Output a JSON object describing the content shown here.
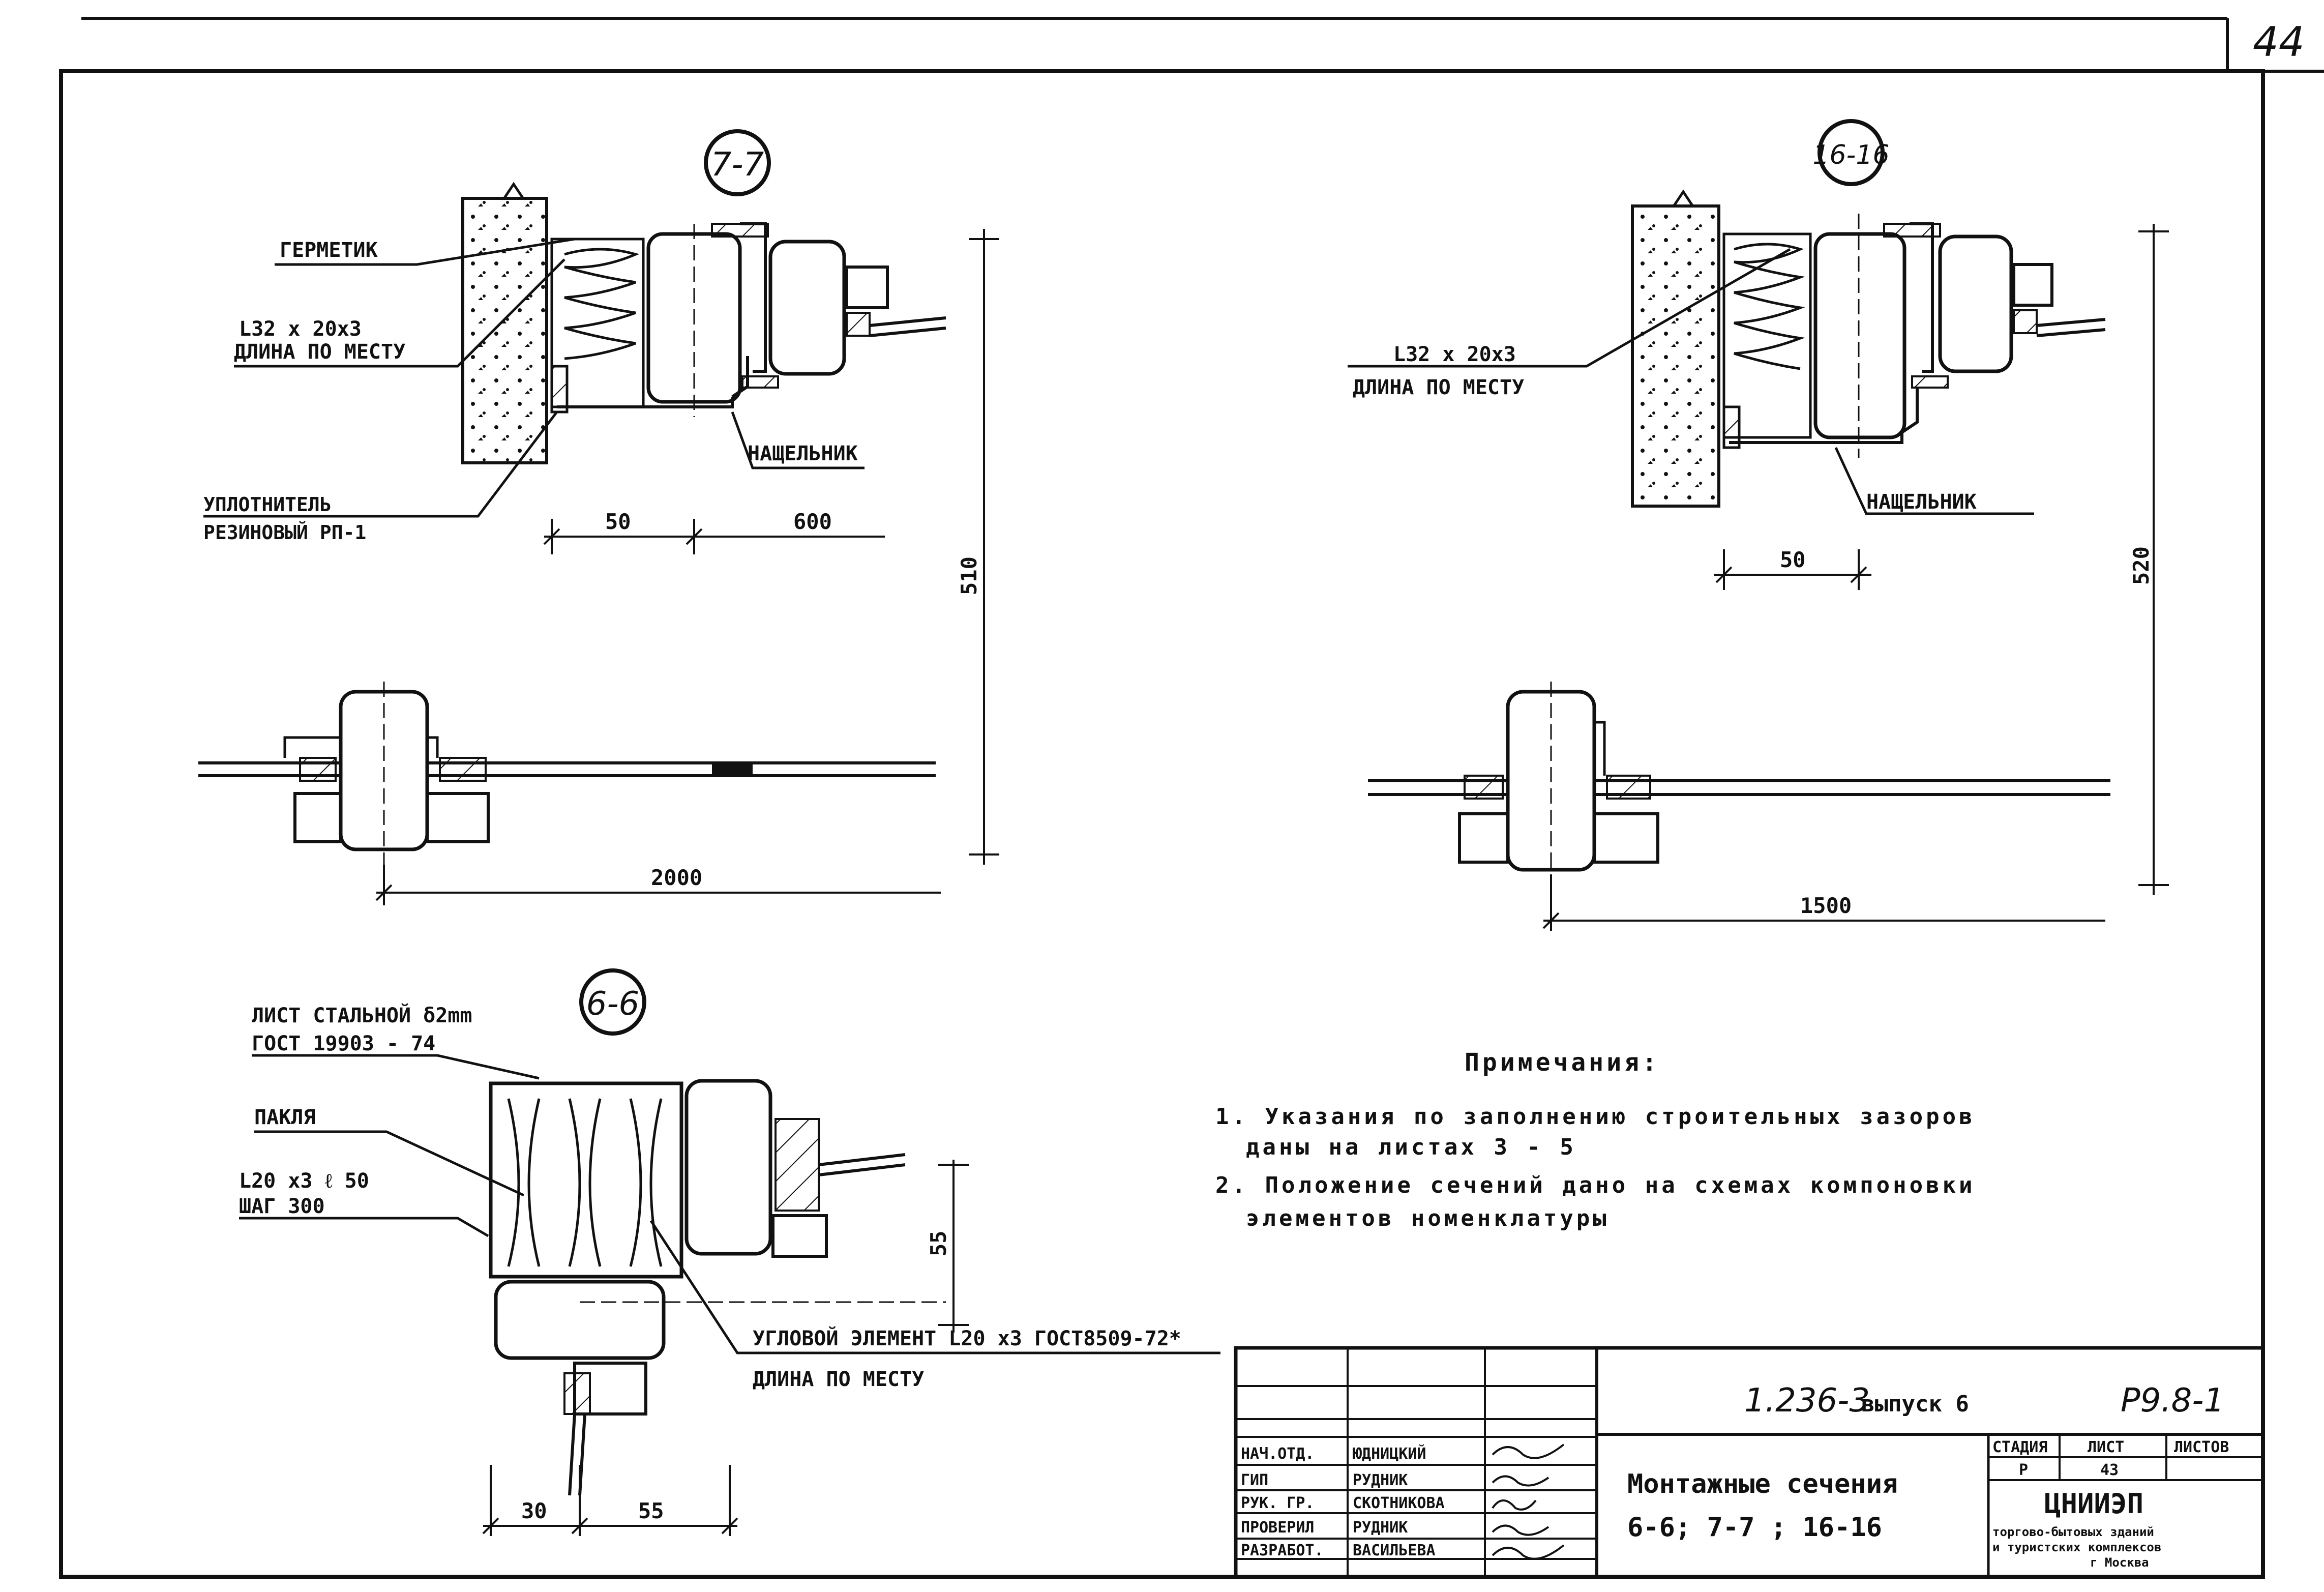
{
  "sheet": {
    "page_number": "44"
  },
  "sections": {
    "s77": {
      "marker": "7-7",
      "labels": {
        "germetik": "ГЕРМЕТИК",
        "angle": "L32 x 20x3",
        "length": "ДЛИНА ПО МЕСТУ",
        "seal1": "УПЛОТНИТЕЛЬ",
        "seal2": "РЕЗИНОВЫЙ РП-1",
        "nashchelnik": "НАЩЕЛЬНИК"
      },
      "dims": {
        "d50": "50",
        "d600": "600",
        "d510": "510",
        "d2000": "2000"
      }
    },
    "s1616": {
      "marker": "16-16",
      "labels": {
        "angle": "L32 x 20x3",
        "length": "ДЛИНА ПО МЕСТУ",
        "nashchelnik": "НАЩЕЛЬНИК"
      },
      "dims": {
        "d50": "50",
        "d520": "520",
        "d1500": "1500"
      }
    },
    "s66": {
      "marker": "6-6",
      "labels": {
        "sheet": "ЛИСТ СТАЛЬНОЙ δ2mm",
        "gost": "ГОСТ 19903 - 74",
        "pakla": "ПАКЛЯ",
        "angle": "L20 x3   ℓ 50",
        "step": "ШАГ 300",
        "corner": "УГЛОВОЙ ЭЛЕМЕНТ L20 x3 ГОСТ8509-72*",
        "length": "ДЛИНА ПО МЕСТУ"
      },
      "dims": {
        "d55v": "55",
        "d30": "30",
        "d55": "55"
      }
    }
  },
  "notes": {
    "title": "Примечания:",
    "n1a": "1. Указания по заполнению строительных зазоров",
    "n1b": "даны на листах 3 - 5",
    "n2a": "2. Положение сечений дано на схемах компоновки",
    "n2b": "элементов номенклатуры"
  },
  "title_block": {
    "doc_code": "1.236-3",
    "issue": "выпуск 6",
    "mark": "Р9.8-1",
    "title_line1": "Монтажные сечения",
    "title_line2": "6-6; 7-7 ; 16-16",
    "col_stage": "СТАДИЯ",
    "col_sheet": "ЛИСТ",
    "col_sheets": "ЛИСТОВ",
    "stage": "Р",
    "sheet_no": "43",
    "org": "ЦНИИЭП",
    "org_sub1": "торгово-бытовых зданий",
    "org_sub2": "и туристских комплексов",
    "org_sub3": "г Москва",
    "rows": [
      {
        "role": "НАЧ.ОТД.",
        "name": "ЮДНИЦКИЙ"
      },
      {
        "role": "ГИП",
        "name": "РУДНИК"
      },
      {
        "role": "РУК. ГР.",
        "name": "СКОТНИКОВА"
      },
      {
        "role": "ПРОВЕРИЛ",
        "name": "РУДНИК"
      },
      {
        "role": "РАЗРАБОТ.",
        "name": "ВАСИЛЬЕВА"
      }
    ]
  }
}
